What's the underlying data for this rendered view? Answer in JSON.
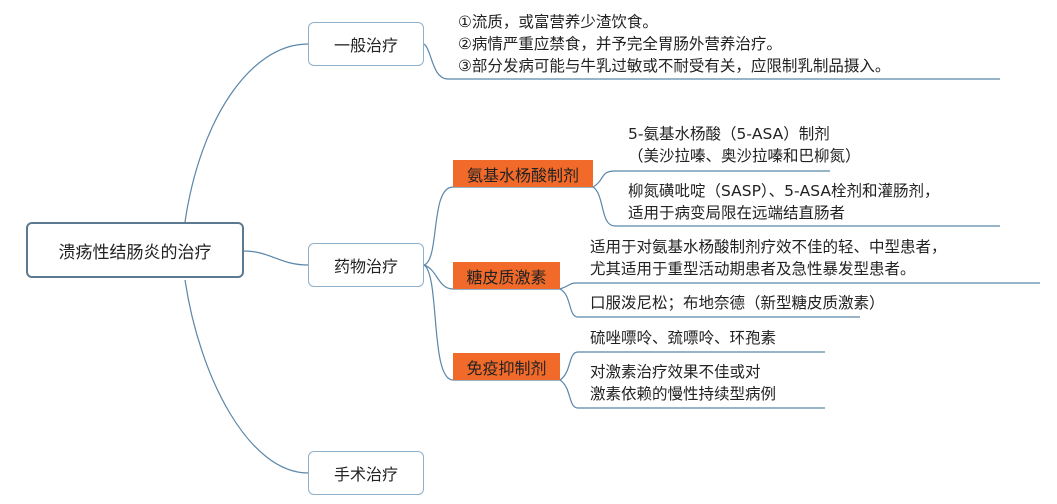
{
  "root": {
    "label": "溃疡性结肠炎的治疗"
  },
  "branches": {
    "general": {
      "label": "一般治疗",
      "items": [
        "①流质，或富营养少渣饮食。",
        "②病情严重应禁食，并予完全胃肠外营养治疗。",
        "③部分发病可能与牛乳过敏或不耐受有关，应限制乳制品摄入。"
      ]
    },
    "drug": {
      "label": "药物治疗",
      "groups": [
        {
          "label": "氨基水杨酸制剂",
          "items": [
            [
              "5-氨基水杨酸（5-ASA）制剂",
              "（美沙拉嗪、奥沙拉嗪和巴柳氮）"
            ],
            [
              "柳氮磺吡啶（SASP）、5-ASA栓剂和灌肠剂，",
              "适用于病变局限在远端结直肠者"
            ]
          ]
        },
        {
          "label": "糖皮质激素",
          "items": [
            [
              "适用于对氨基水杨酸制剂疗效不佳的轻、中型患者，",
              "尤其适用于重型活动期患者及急性暴发型患者。"
            ],
            [
              "口服泼尼松；布地奈德（新型糖皮质激素）"
            ]
          ]
        },
        {
          "label": "免疫抑制剂",
          "items": [
            [
              "硫唑嘌呤、巯嘌呤、环孢素"
            ],
            [
              "对激素治疗效果不佳或对",
              "激素依赖的慢性持续型病例"
            ]
          ]
        }
      ]
    },
    "surgery": {
      "label": "手术治疗"
    }
  },
  "colors": {
    "line": "#5b86a8",
    "tag": "#f26a2a",
    "root_border": "#5b7a92"
  }
}
